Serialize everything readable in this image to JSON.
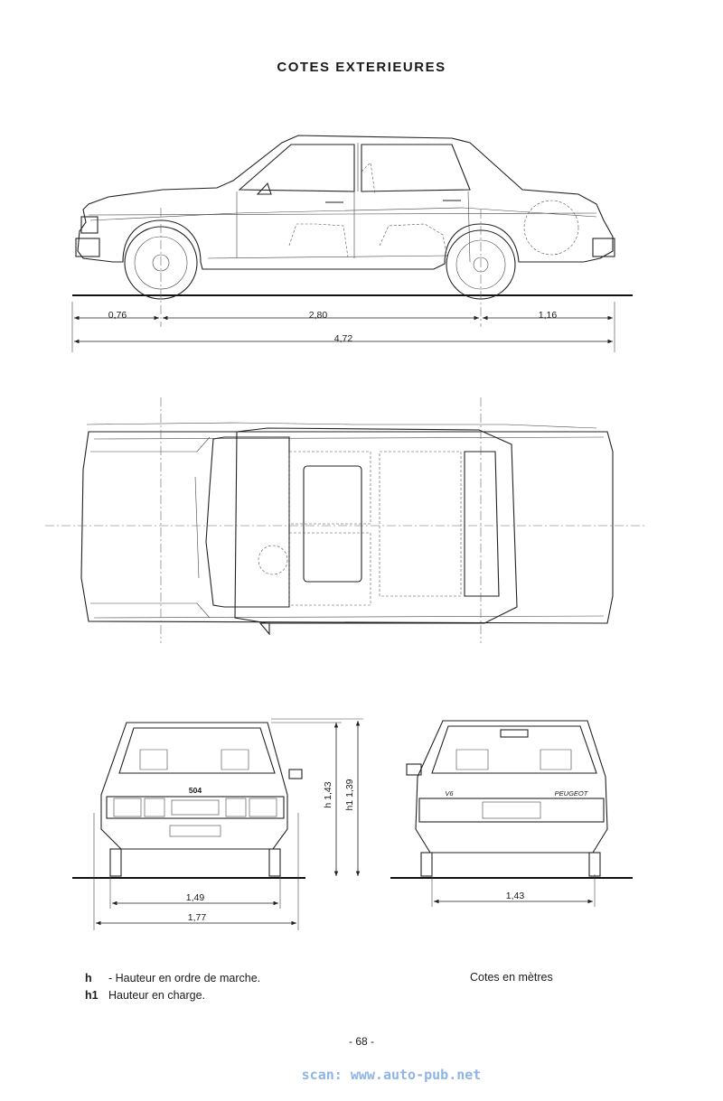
{
  "title": "COTES EXTERIEURES",
  "side_view": {
    "dims": {
      "front_overhang": "0,76",
      "wheelbase": "2,80",
      "rear_overhang": "1,16",
      "length": "4,72"
    }
  },
  "front_view": {
    "dims": {
      "front_track": "1,49",
      "width": "1,77",
      "height_h": "h 1,43",
      "height_h1": "h1 1,39"
    },
    "badge": "504"
  },
  "rear_view": {
    "dims": {
      "rear_track": "1,43"
    },
    "badge_left": "V6",
    "badge_right": "PEUGEOT"
  },
  "legend": [
    {
      "key": "h",
      "text": "- Hauteur en ordre de marche."
    },
    {
      "key": "h1",
      "text": "Hauteur en charge."
    }
  ],
  "units_note": "Cotes en mètres",
  "page_number": "- 68 -",
  "credit": "scan: www.auto-pub.net"
}
